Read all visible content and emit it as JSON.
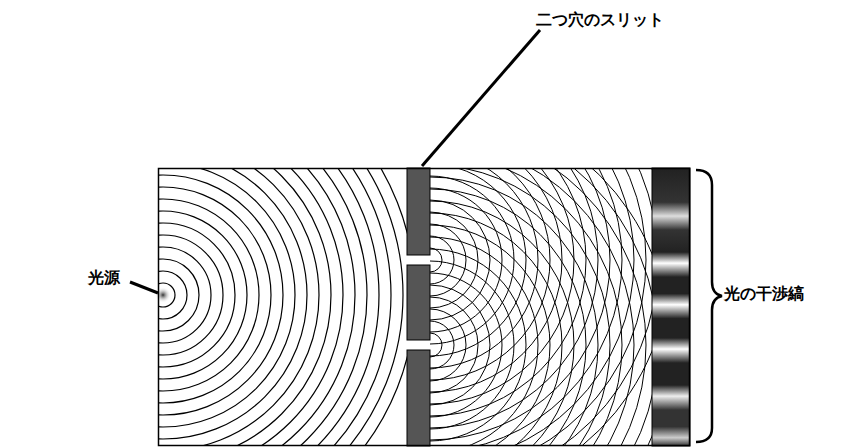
{
  "diagram": {
    "labels": [
      "二つ穴のスリット",
      "光源",
      "光の干渉縞"
    ]
  }
}
